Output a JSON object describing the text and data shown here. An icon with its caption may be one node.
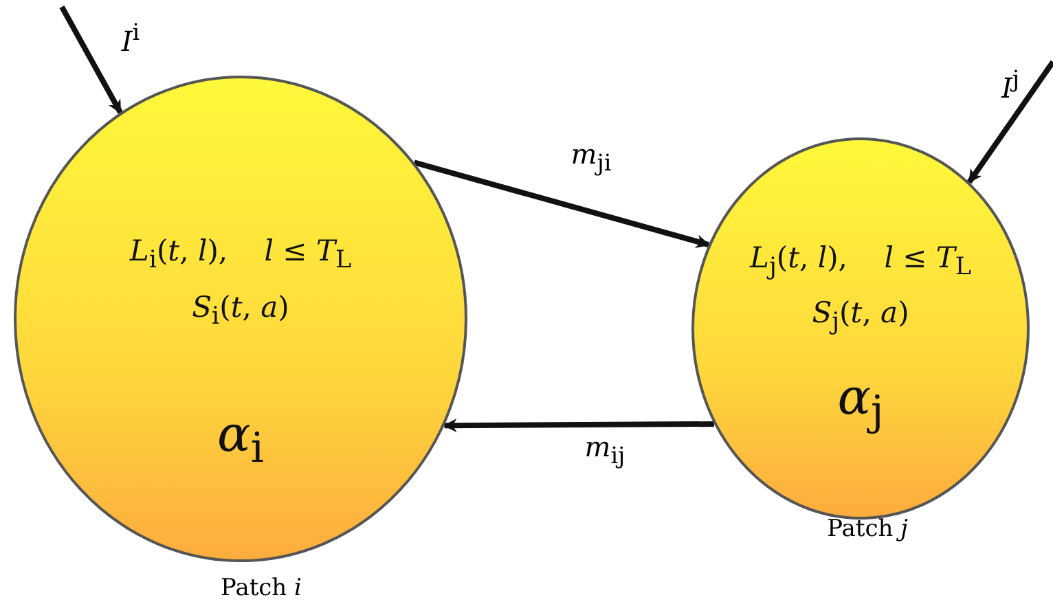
{
  "diagram": {
    "nodes": [
      {
        "text": [
          "*L*$_{i}$(*t*, *l*),    *l* ≤ *T*$_{L}$",
          "*S*$_{i}$(*t*, *a*)",
          "*α*$_{i}$"
        ],
        "beside": [
          "Patch *i*"
        ]
      },
      {
        "text": [
          "*L*$_{j}$(*t*, *l*),    *l* ≤ *T*$_{L}$",
          "*S*$_{j}$(*t*, *a*)",
          "*α*$_{j}$"
        ],
        "beside": [
          "Patch *j*"
        ]
      }
    ],
    "edges": [
      {
        "from": null,
        "to": 0,
        "arrow": "to",
        "label": "*I*$^{i}$"
      },
      {
        "from": null,
        "to": 1,
        "arrow": "to",
        "label": "*I*$^{j}$"
      },
      {
        "from": 0,
        "to": 1,
        "arrow": "to",
        "label": "*m*$_{ji}$"
      },
      {
        "from": 1,
        "to": 0,
        "arrow": "to",
        "label": "*m*$_{ij}$"
      }
    ]
  }
}
